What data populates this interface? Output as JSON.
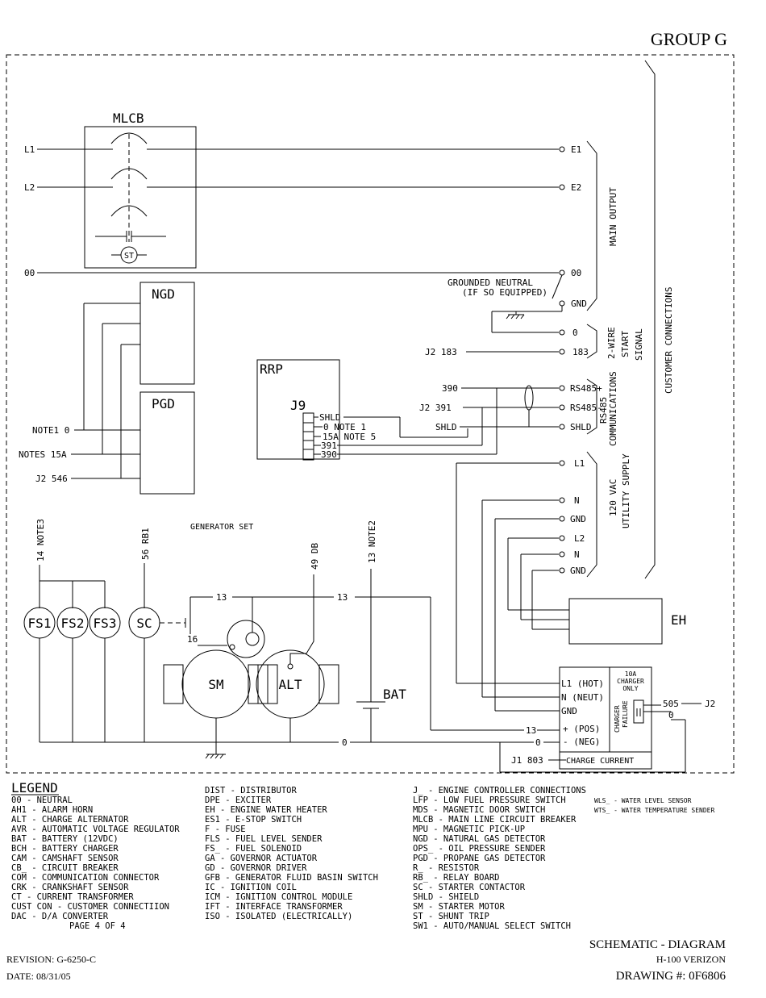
{
  "header": {
    "group": "GROUP G"
  },
  "components": {
    "mlcb": "MLCB",
    "st": "ST",
    "ngd": "NGD",
    "pgd": "PGD",
    "rrp": "RRP",
    "j9": "J9",
    "fs1": "FS1",
    "fs2": "FS2",
    "fs3": "FS3",
    "sc": "SC",
    "sm": "SM",
    "alt": "ALT",
    "bat": "BAT",
    "eh": "EH",
    "generator_set": "GENERATOR SET"
  },
  "lines": {
    "l1": "L1",
    "l2": "L2",
    "n00": "00"
  },
  "terminals": {
    "e1": "E1",
    "e2": "E2",
    "t00": "00",
    "gnd": "GND",
    "t0": "0",
    "t183": "183",
    "rs485p": "RS485+",
    "rs485m": "RS485-",
    "shld": "SHLD",
    "ul1": "L1",
    "un": "N",
    "ugnd": "GND",
    "ul2": "L2",
    "un2": "N",
    "ugnd2": "GND"
  },
  "groups": {
    "main_output": "MAIN OUTPUT",
    "start_signal": [
      "2-WIRE",
      "START",
      "SIGNAL"
    ],
    "communications": [
      "RS485",
      "COMMUNICATIONS"
    ],
    "utility_supply": [
      "120 VAC",
      "UTILITY SUPPLY"
    ],
    "customer_connections": "CUSTOMER CONNECTIONS"
  },
  "notes": {
    "grounded_neutral": "GROUNDED NEUTRAL",
    "if_equipped": "(IF SO EQUIPPED)",
    "j2_183": "J2 183",
    "w390": "390",
    "j2_391": "J2  391",
    "shld_w": "SHLD",
    "note1_0": "NOTE1 0",
    "notes5_15a": "NOTES 15A",
    "j2_546": "J2 546",
    "j9_shld": "SHLD",
    "j9_note1": "0 NOTE 1",
    "j9_note5": "15A NOTE 5",
    "j9_391": "391",
    "j9_390": "390",
    "w14": "14 NOTE3",
    "w56": "56 RB1",
    "w49": "49 DB",
    "w13n2": "13 NOTE2",
    "w13a": "13",
    "w13b": "13",
    "w16": "16",
    "w0": "0",
    "w13c": "13",
    "w0b": "0",
    "w505": "505",
    "j2r": "J2",
    "w0c": "0",
    "j1_803": "J1  803"
  },
  "charger": {
    "l1": "L1 (HOT)",
    "n": "N (NEUT)",
    "gnd": "GND",
    "pos": "+ (POS)",
    "neg": "- (NEG)",
    "charge_current": "CHARGE CURRENT",
    "note10a": [
      "10A",
      "CHARGER",
      "ONLY"
    ],
    "failure": [
      "CHARGER",
      "FAILURE"
    ]
  },
  "legend": {
    "title": "LEGEND",
    "col1": [
      "00  - NEUTRAL",
      "AH1 - ALARM HORN",
      "ALT - CHARGE ALTERNATOR",
      "AVR - AUTOMATIC VOLTAGE REGULATOR",
      "BAT - BATTERY (12VDC)",
      "BCH - BATTERY CHARGER",
      "CAM - CAMSHAFT SENSOR",
      "CB_ - CIRCUIT BREAKER",
      "COM - COMMUNICATION CONNECTOR",
      "CRK - CRANKSHAFT SENSOR",
      "CT  - CURRENT TRANSFORMER",
      "CUST CON - CUSTOMER CONNECTIION",
      "DAC - D/A CONVERTER"
    ],
    "page": "PAGE 4 OF 4",
    "col2": [
      "DIST - DISTRIBUTOR",
      "DPE  - EXCITER",
      "EH   - ENGINE WATER HEATER",
      "ES1  - E-STOP SWITCH",
      "F    - FUSE",
      "FLS  - FUEL LEVEL SENDER",
      "FS_  - FUEL SOLENOID",
      "GA   - GOVERNOR ACTUATOR",
      "GD   - GOVERNOR DRIVER",
      "GFB  - GENERATOR FLUID BASIN SWITCH",
      "IC   - IGNITION COIL",
      "ICM  - IGNITION CONTROL MODULE",
      "IFT  - INTERFACE TRANSFORMER",
      "ISO  - ISOLATED (ELECTRICALLY)"
    ],
    "col3": [
      "J_   - ENGINE CONTROLLER CONNECTIONS",
      "LFP  - LOW FUEL PRESSURE SWITCH",
      "MDS  - MAGNETIC DOOR SWITCH",
      "MLCB - MAIN LINE CIRCUIT BREAKER",
      "MPU  - MAGNETIC PICK-UP",
      "NGD  - NATURAL GAS DETECTOR",
      "OPS_ - OIL PRESSURE SENDER",
      "PGD  - PROPANE GAS DETECTOR",
      "R_   - RESISTOR",
      "RB_  - RELAY BOARD",
      "SC   - STARTER CONTACTOR",
      "SHLD - SHIELD",
      "SM   - STARTER MOTOR",
      "ST   - SHUNT TRIP",
      "SW1  - AUTO/MANUAL SELECT SWITCH"
    ],
    "col4": [
      "WLS_ - WATER LEVEL SENSOR",
      "WTS_ - WATER TEMPERATURE SENDER"
    ]
  },
  "footer": {
    "revision": "REVISION: G-6250-C",
    "date": "DATE: 08/31/05",
    "title": "SCHEMATIC - DIAGRAM",
    "model": "H-100 VERIZON",
    "drawing": "DRAWING #: 0F6806"
  }
}
